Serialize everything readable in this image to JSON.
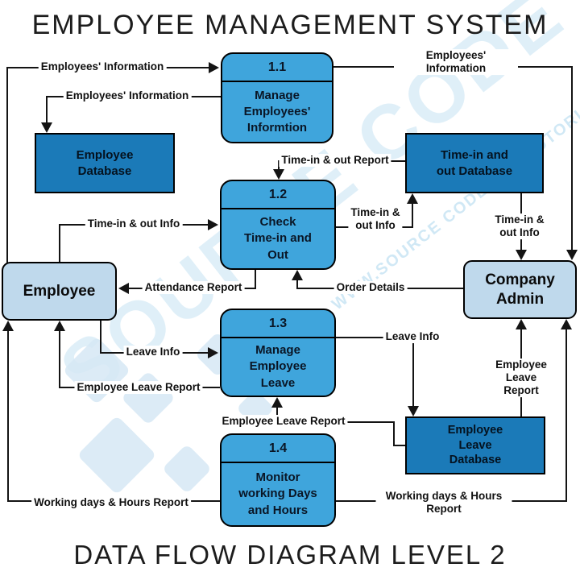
{
  "title_top": "EMPLOYEE MANAGEMENT SYSTEM",
  "title_bottom": "DATA FLOW DIAGRAM LEVEL 2",
  "colors": {
    "process_fill": "#3fa5dc",
    "datastore_fill": "#1b7ab8",
    "entity_fill": "#bfd9ec",
    "line": "#141414",
    "watermark": "#96cbe9"
  },
  "watermark": {
    "line1": "SOURCE CODE",
    "line2": "WWW.SOURCE CODE AND TUTORIALS"
  },
  "entities": {
    "employee": {
      "label": "Employee"
    },
    "admin": {
      "label": "Company\nAdmin"
    }
  },
  "processes": {
    "p11": {
      "number": "1.1",
      "label": "Manage\nEmployees'\nInformtion"
    },
    "p12": {
      "number": "1.2",
      "label": "Check\nTime-in and\nOut"
    },
    "p13": {
      "number": "1.3",
      "label": "Manage\nEmployee\nLeave"
    },
    "p14": {
      "number": "1.4",
      "label": "Monitor\nworking Days\nand Hours"
    }
  },
  "datastores": {
    "employee_db": {
      "label": "Employee\nDatabase"
    },
    "timeinout_db": {
      "label": "Time-in and\nout Database"
    },
    "leave_db": {
      "label": "Employee\nLeave\nDatabase"
    }
  },
  "flows": {
    "emp_info_left": {
      "label": "Employees' Information"
    },
    "emp_info_db": {
      "label": "Employees' Information"
    },
    "emp_info_right": {
      "label": "Employees' Information"
    },
    "time_report": {
      "label": "Time-in & out Report"
    },
    "time_info_mid": {
      "label": "Time-in &\nout Info"
    },
    "time_info_right": {
      "label": "Time-in &\nout Info"
    },
    "time_info_emp": {
      "label": "Time-in & out Info"
    },
    "attendance": {
      "label": "Attendance Report"
    },
    "order": {
      "label": "Order Details"
    },
    "leave_info_left": {
      "label": "Leave Info"
    },
    "leave_report_left": {
      "label": "Employee Leave Report"
    },
    "leave_info_right": {
      "label": "Leave Info"
    },
    "leave_report_right": {
      "label": "Employee\nLeave\nReport"
    },
    "leave_report_mid": {
      "label": "Employee Leave Report"
    },
    "working_left": {
      "label": "Working days & Hours Report"
    },
    "working_right": {
      "label": "Working days & Hours Report"
    }
  }
}
